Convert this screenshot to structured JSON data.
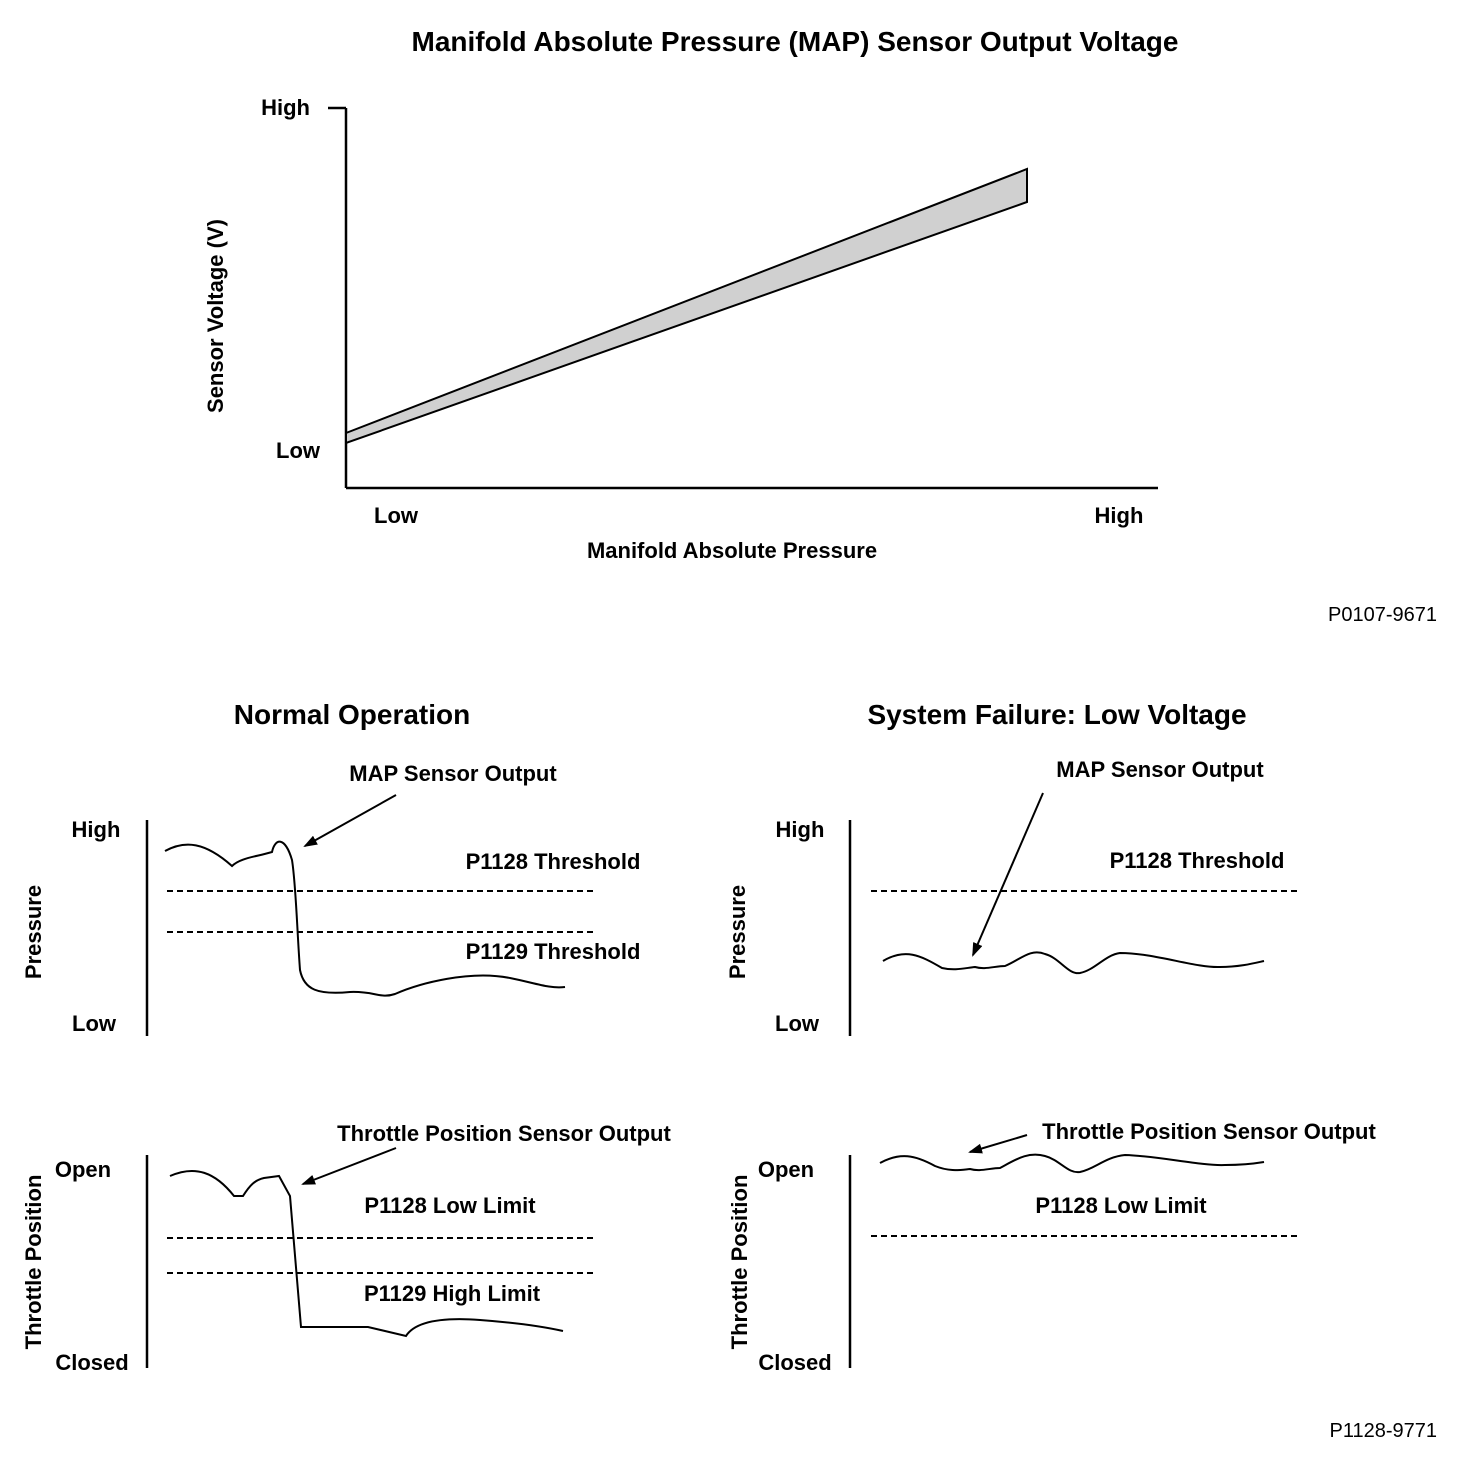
{
  "top_chart": {
    "title": "Manifold Absolute Pressure (MAP) Sensor Output Voltage",
    "y_axis_label": "Sensor Voltage (V)",
    "y_high": "High",
    "y_low": "Low",
    "x_low": "Low",
    "x_high": "High",
    "x_axis_label": "Manifold Absolute Pressure",
    "band_fill": "#d0d0d0",
    "figure_code": "P0107-9671"
  },
  "normal": {
    "title": "Normal Operation",
    "pressure": {
      "y_label": "Pressure",
      "y_high": "High",
      "y_low": "Low",
      "callout": "MAP Sensor Output",
      "upper_threshold": "P1128 Threshold",
      "lower_threshold": "P1129 Threshold"
    },
    "throttle": {
      "y_label": "Throttle Position",
      "y_high": "Open",
      "y_low": "Closed",
      "callout": "Throttle Position Sensor Output",
      "upper_limit": "P1128 Low Limit",
      "lower_limit": "P1129 High Limit"
    }
  },
  "failure": {
    "title": "System Failure: Low Voltage",
    "pressure": {
      "y_label": "Pressure",
      "y_high": "High",
      "y_low": "Low",
      "callout": "MAP Sensor Output",
      "threshold": "P1128 Threshold"
    },
    "throttle": {
      "y_label": "Throttle Position",
      "y_high": "Open",
      "y_low": "Closed",
      "callout": "Throttle Position Sensor Output",
      "limit": "P1128 Low Limit"
    }
  },
  "figure_code_bottom": "P1128-9771"
}
